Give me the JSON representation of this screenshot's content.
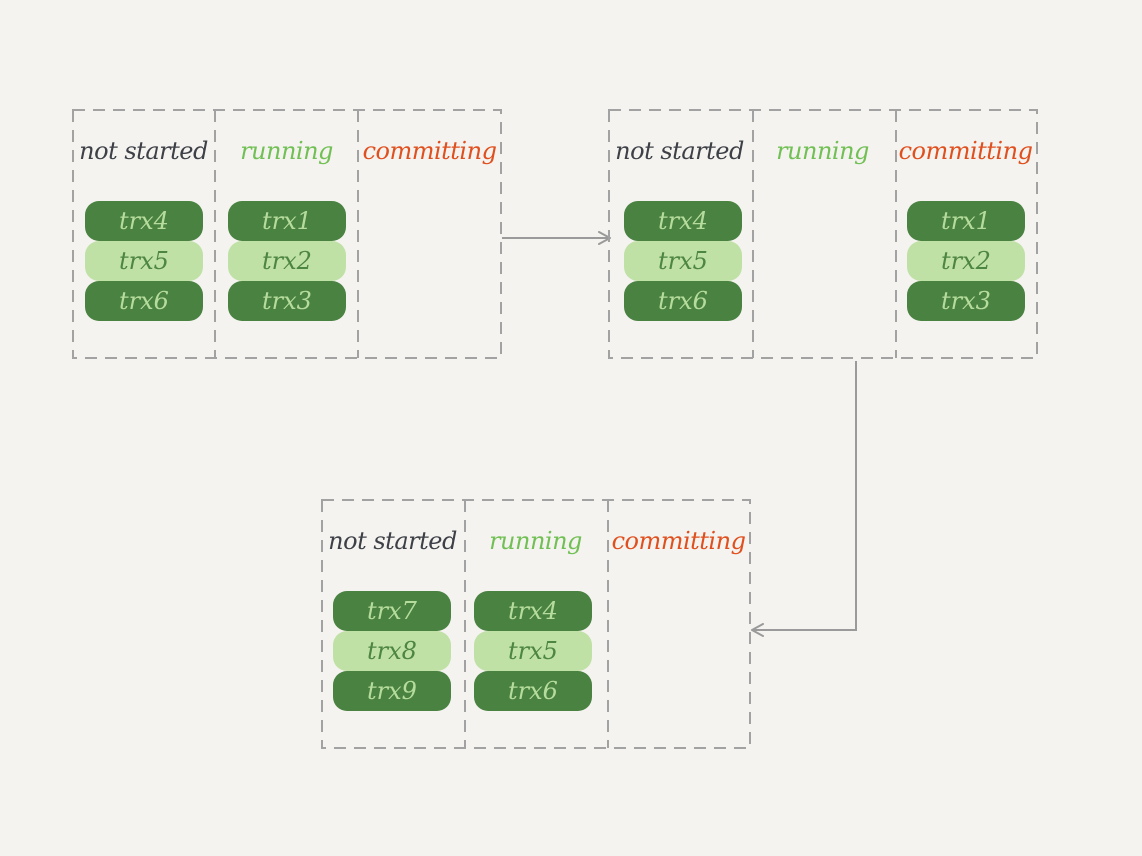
{
  "labels": {
    "not_started": "not started",
    "running": "running",
    "committing": "committing"
  },
  "colors": {
    "background": "#f4f3ef",
    "not_started_label": "#3d4047",
    "running_label": "#72c055",
    "committing_label": "#e0501f",
    "pill_dark": "#4a8241",
    "pill_light": "#c0e1a5",
    "border_dash": "#a2a2a2",
    "arrow": "#9a9a9a"
  },
  "stages": [
    {
      "not_started": [
        "trx4",
        "trx5",
        "trx6"
      ],
      "running": [
        "trx1",
        "trx2",
        "trx3"
      ],
      "committing": []
    },
    {
      "not_started": [
        "trx4",
        "trx5",
        "trx6"
      ],
      "running": [],
      "committing": [
        "trx1",
        "trx2",
        "trx3"
      ]
    },
    {
      "not_started": [
        "trx7",
        "trx8",
        "trx9"
      ],
      "running": [
        "trx4",
        "trx5",
        "trx6"
      ],
      "committing": []
    }
  ]
}
